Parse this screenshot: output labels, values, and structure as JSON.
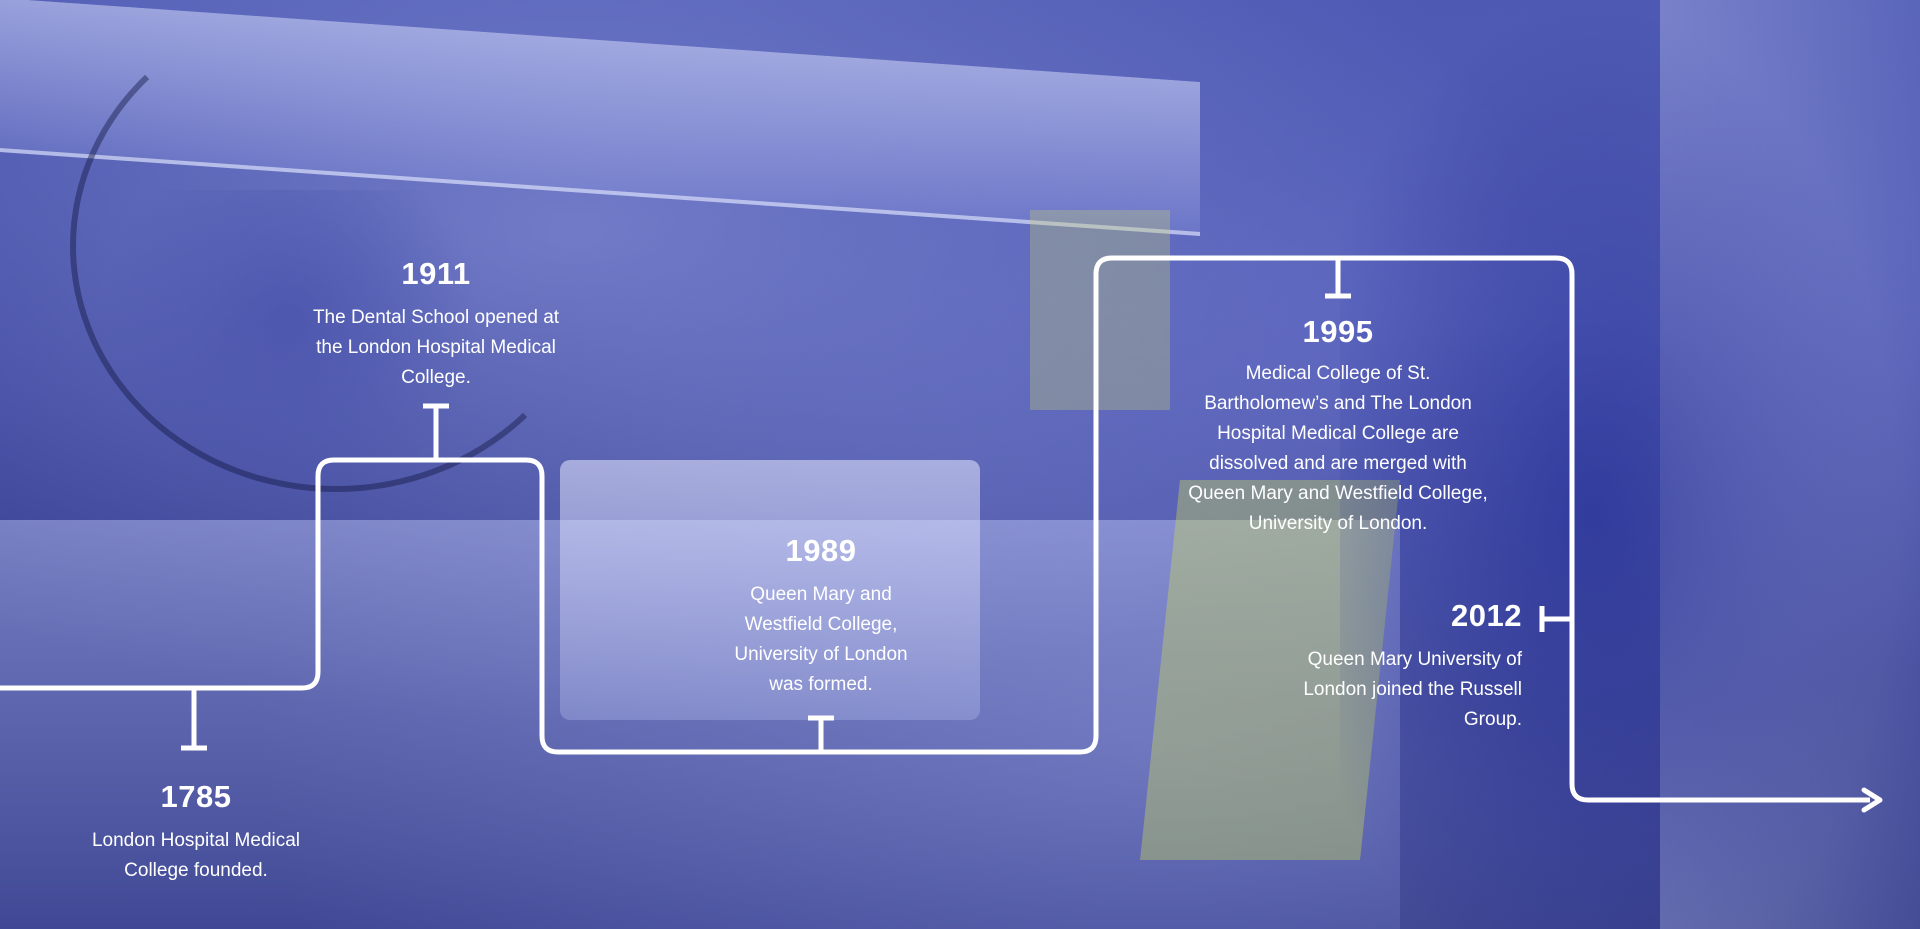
{
  "timeline": {
    "events": [
      {
        "year": "1785",
        "description": "London Hospital Medical College founded."
      },
      {
        "year": "1911",
        "description": "The Dental School opened at the London Hospital Medical College."
      },
      {
        "year": "1989",
        "description": "Queen Mary and Westfield College, University of London was formed."
      },
      {
        "year": "1995",
        "description": "Medical College of St. Bartholomew’s and The London Hospital Medical College are dissolved and are merged with Queen Mary and Westfield College, University of London."
      },
      {
        "year": "2012",
        "description": "Queen Mary University of London joined the Russell Group."
      }
    ]
  },
  "colors": {
    "overlay": "#3a4398",
    "line": "#ffffff",
    "text": "#ffffff"
  }
}
